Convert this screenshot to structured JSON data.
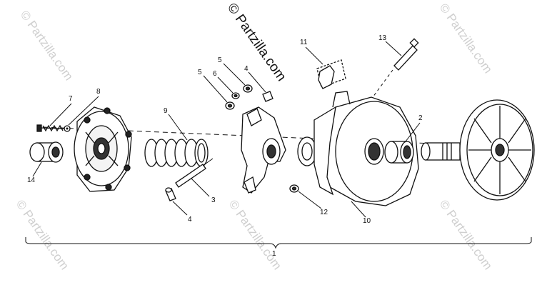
{
  "watermark": {
    "main": "© Partzilla.com",
    "repeat": "© Partzilla.com"
  },
  "callouts": {
    "c1": "1",
    "c2": "2",
    "c3": "3",
    "c4a": "4",
    "c4b": "4",
    "c5a": "5",
    "c5b": "5",
    "c6": "6",
    "c7": "7",
    "c8": "8",
    "c9": "9",
    "c10": "10",
    "c11": "11",
    "c12": "12",
    "c13": "13",
    "c14": "14"
  }
}
